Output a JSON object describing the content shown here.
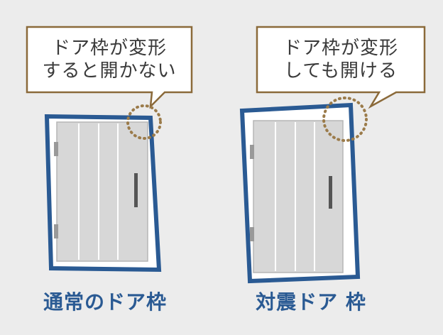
{
  "colors": {
    "background": "#ececec",
    "frame_blue": "#2a5a93",
    "bubble_border": "#8b6a3a",
    "circle_dots": "#9b7b4a",
    "door_fill": "#d7d7d7",
    "handle": "#555555"
  },
  "left": {
    "bubble_line1": "ドア枠が変形",
    "bubble_line2": "すると開かない",
    "caption": "通常のドア枠"
  },
  "right": {
    "bubble_line1": "ドア枠が変形",
    "bubble_line2": "しても開ける",
    "caption": "対震ドア 枠"
  }
}
